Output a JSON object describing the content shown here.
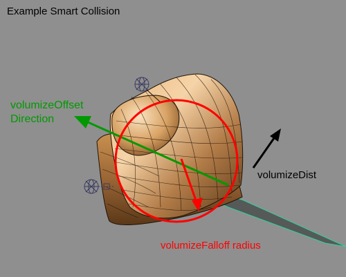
{
  "viewport": {
    "title": "Example Smart Collision",
    "labels": {
      "offset_line1": "volumizeOffset",
      "offset_line2": "Direction",
      "dist": "volumizeDist",
      "falloff": "volumizeFalloff radius"
    }
  },
  "colors": {
    "background": "#8f8f8f",
    "mesh": "#b27c48",
    "mesh_highlight": "#f6d4a8",
    "mesh_shadow": "#5a3818",
    "wire": "#1e1208",
    "offset_arrow": "#009900",
    "falloff_circle": "#ff0000",
    "dist_arrow": "#000000",
    "plane": "#555a58",
    "plane_edge": "#2fd2a0"
  },
  "icons": [
    "manipulator-sphere-icon"
  ]
}
